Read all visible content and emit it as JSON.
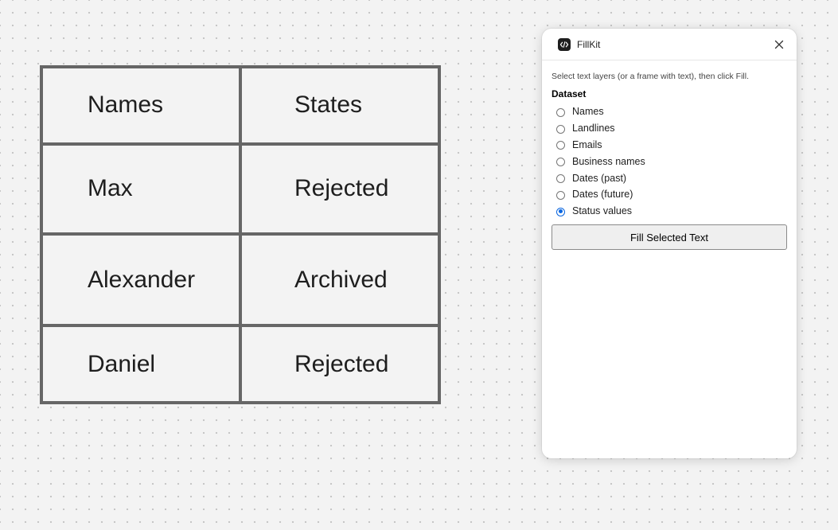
{
  "canvas_table": {
    "rows": [
      [
        "Names",
        "States"
      ],
      [
        "Max",
        "Rejected"
      ],
      [
        "Alexander",
        "Archived"
      ],
      [
        "Daniel",
        "Rejected"
      ]
    ]
  },
  "plugin": {
    "title": "FillKit",
    "logo_icon": "code-brackets-icon",
    "close_icon": "close-icon",
    "hint": "Select text layers (or a frame with text), then click Fill.",
    "dataset_label": "Dataset",
    "options": [
      {
        "label": "Names",
        "checked": false
      },
      {
        "label": "Landlines",
        "checked": false
      },
      {
        "label": "Emails",
        "checked": false
      },
      {
        "label": "Business names",
        "checked": false
      },
      {
        "label": "Dates (past)",
        "checked": false
      },
      {
        "label": "Dates (future)",
        "checked": false
      },
      {
        "label": "Status values",
        "checked": true
      }
    ],
    "fill_button_label": "Fill Selected Text"
  },
  "colors": {
    "canvas_bg": "#f3f3f3",
    "table_border": "#666666",
    "radio_accent": "#0a66e0"
  }
}
